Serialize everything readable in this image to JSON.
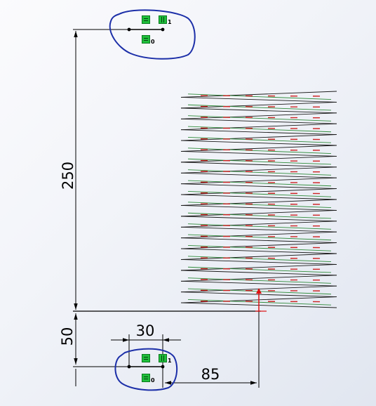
{
  "dimensions": {
    "vertical_top": "250",
    "vertical_bottom": "50",
    "horizontal_top": "30",
    "horizontal_right": "85"
  },
  "relations": {
    "top": {
      "subscript_right": "1",
      "subscript_bottom": "0"
    },
    "bottom": {
      "subscript_right": "1",
      "subscript_bottom": "0"
    }
  },
  "colors": {
    "dimension_line": "#000000",
    "highlight_circle": "#1c2fa8",
    "relation_icon": "#1fbf3b",
    "thread_black": "#1a1a1a",
    "thread_green": "#2e8b3a",
    "thread_red": "#cc2222"
  },
  "icons": [
    "horizontal-relation-icon",
    "vertical-relation-icon",
    "fixed-relation-icon",
    "origin-arrow-icon"
  ]
}
